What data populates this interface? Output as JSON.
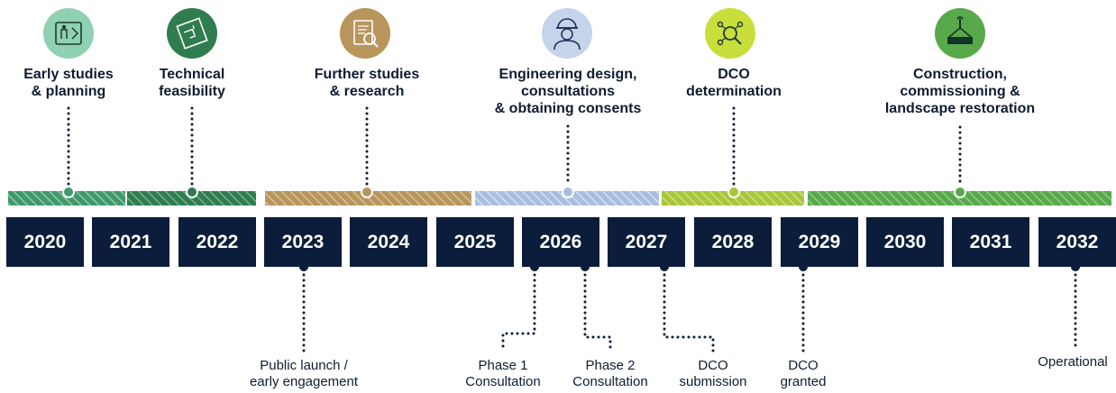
{
  "colors": {
    "navy": "#0b1d3a",
    "teal_green": "#3f9a6b",
    "dark_green": "#2f7d4f",
    "gold": "#b8955b",
    "light_blue": "#a9bede",
    "lime": "#a8c63a",
    "bright_green": "#58a94a"
  },
  "years": [
    "2020",
    "2021",
    "2022",
    "2023",
    "2024",
    "2025",
    "2026",
    "2027",
    "2028",
    "2029",
    "2030",
    "2031",
    "2032"
  ],
  "phases": [
    {
      "label": "Early studies\n& planning",
      "icon": "map-plan-icon",
      "color": "#3f9a6b",
      "icon_bg": "#8fd1b0"
    },
    {
      "label": "Technical\nfeasibility",
      "icon": "blueprint-icon",
      "color": "#2f7d4f",
      "icon_bg": "#2f7d4f"
    },
    {
      "label": "Further studies\n& research",
      "icon": "document-search-icon",
      "color": "#b8955b",
      "icon_bg": "#b8955b"
    },
    {
      "label": "Engineering design,\nconsultations\n& obtaining consents",
      "icon": "engineer-icon",
      "color": "#a9bede",
      "icon_bg": "#c5d4ea"
    },
    {
      "label": "DCO\ndetermination",
      "icon": "network-search-icon",
      "color": "#a8c63a",
      "icon_bg": "#c8de3a"
    },
    {
      "label": "Construction,\ncommissioning &\nlandscape restoration",
      "icon": "crane-lift-icon",
      "color": "#58a94a",
      "icon_bg": "#58a94a"
    }
  ],
  "milestones": [
    {
      "label": "Public launch /\nearly engagement"
    },
    {
      "label": "Phase 1\nConsultation"
    },
    {
      "label": "Phase 2\nConsultation"
    },
    {
      "label": "DCO\nsubmission"
    },
    {
      "label": "DCO\ngranted"
    },
    {
      "label": "Operational"
    }
  ]
}
